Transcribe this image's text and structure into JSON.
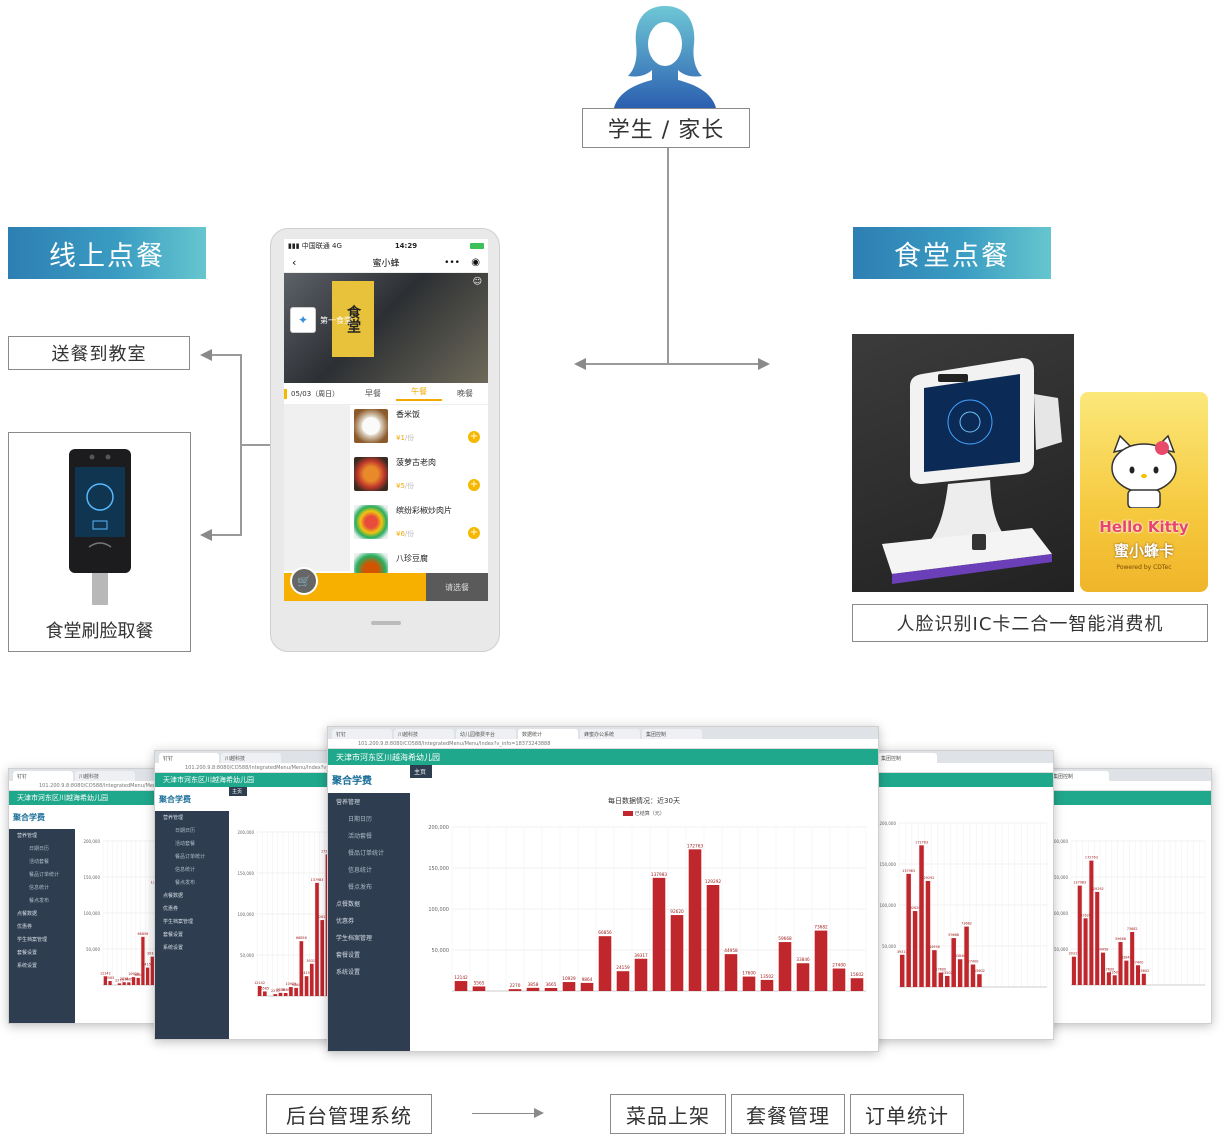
{
  "top": {
    "role_label": "学生 / 家长",
    "left_section": "线上点餐",
    "right_section": "食堂点餐"
  },
  "left": {
    "delivery_label": "送餐到教室",
    "face_pickup_label": "食堂刷脸取餐"
  },
  "phone": {
    "carrier": "中国联通",
    "network": "4G",
    "time": "14:29",
    "app_title": "蜜小蜂",
    "canteen_name": "第一食堂",
    "sign_text": "食堂",
    "date_label": "05/03（周日）",
    "tabs": [
      "早餐",
      "午餐",
      "晚餐"
    ],
    "active_tab": "午餐",
    "dishes": [
      {
        "name": "香米饭",
        "price": "¥1",
        "unit": "/份"
      },
      {
        "name": "菠萝古老肉",
        "price": "¥5",
        "unit": "/份"
      },
      {
        "name": "缤纷彩椒炒肉片",
        "price": "¥6",
        "unit": "/份"
      },
      {
        "name": "八珍豆腐",
        "price": "",
        "unit": ""
      }
    ],
    "checkout_label": "请选餐"
  },
  "right": {
    "machine_label": "人脸识别IC卡二合一智能消费机",
    "card_brand": "Hello Kitty",
    "card_name": "蜜小蜂卡",
    "card_powered": "Powered by CDTec"
  },
  "admin": {
    "school_name": "天津市河东区川越海希幼儿园",
    "logo_text": "聚合学费",
    "home_tab": "主页",
    "sidebar_items": [
      {
        "label": "营养管理",
        "sub": false
      },
      {
        "label": "日期日历",
        "sub": true
      },
      {
        "label": "活动套餐",
        "sub": true
      },
      {
        "label": "餐品订单统计",
        "sub": true
      },
      {
        "label": "信息统计",
        "sub": true
      },
      {
        "label": "餐点发布",
        "sub": true
      },
      {
        "label": "点餐数据",
        "sub": false
      },
      {
        "label": "优惠券",
        "sub": false
      },
      {
        "label": "学生档案管理",
        "sub": false
      },
      {
        "label": "套餐设置",
        "sub": false
      },
      {
        "label": "系统设置",
        "sub": false
      }
    ],
    "main_chart_title": "每日数据情况：近30天",
    "browser_tabs": [
      "钉钉",
      "川越科技",
      "幼儿园缴费平台",
      "数据统计",
      "蜂蜜办公系统",
      "集团控制"
    ],
    "url": "101.200.9.8:8080/CO588/IntegratedMenu/Menu/Index?v_info=18373243888"
  },
  "chart_data": {
    "type": "bar",
    "title": "每日数据情况：近30天",
    "series": [
      {
        "name": "已结算（元）",
        "color": "#c0272d",
        "values": [
          12142,
          5565,
          0,
          2270,
          3858,
          3665,
          10929,
          9864,
          66856,
          24159,
          39317,
          137983,
          92620,
          172763,
          129292,
          44958,
          17600,
          13502,
          59668,
          33846,
          73682,
          27400,
          15602
        ]
      }
    ],
    "ylim": [
      0,
      200000
    ],
    "yticks": [
      "50,000",
      "100,000",
      "150,000",
      "200,000"
    ]
  },
  "bottom": {
    "backend_label": "后台管理系统",
    "features": [
      "菜品上架",
      "套餐管理",
      "订单统计"
    ]
  },
  "colors": {
    "banner_start": "#2d7fb3",
    "banner_end": "#66c6cf",
    "admin_green": "#20a88c",
    "admin_sidebar": "#2e3d4f",
    "bar_red": "#c0272d",
    "accent_yellow": "#f5b800"
  }
}
